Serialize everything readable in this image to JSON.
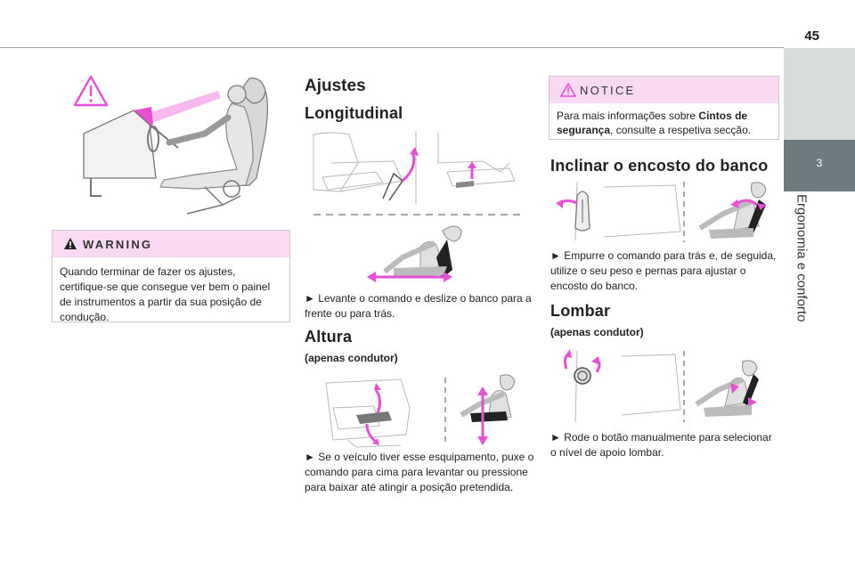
{
  "page": {
    "number": "45"
  },
  "side_tab": {
    "chapter_number": "3",
    "chapter_title": "Ergonomia e conforto"
  },
  "warning": {
    "title": "WARNING",
    "text": "Quando terminar de fazer os ajustes, certifique-se que consegue ver bem o painel de instrumentos a partir da sua posição de condução."
  },
  "ajustes": {
    "heading": "Ajustes",
    "longitudinal": {
      "heading": "Longitudinal",
      "instruction": "► Levante o comando e deslize o banco para a frente ou para trás."
    },
    "altura": {
      "heading": "Altura",
      "subheading": "(apenas condutor)",
      "instruction": "► Se o veículo tiver esse esquipamento, puxe o comando para cima para levantar ou pressione para baixar até atingir a posição pretendida."
    }
  },
  "notice": {
    "title": "NOTICE",
    "text_prefix": "Para mais informações sobre ",
    "text_bold": "Cintos de segurança",
    "text_suffix": ", consulte a respetiva secção."
  },
  "inclinar": {
    "heading": "Inclinar o encosto do banco",
    "instruction": "► Empurre o comando para trás e, de seguida, utilize o seu peso e pernas para ajustar o encosto do banco."
  },
  "lombar": {
    "heading": "Lombar",
    "subheading": "(apenas condutor)",
    "instruction": "► Rode o botão manualmente para selecionar o nível de apoio lombar."
  },
  "colors": {
    "accent_magenta": "#e64fd6",
    "header_pink": "#f9d9f3",
    "tab_active": "#6d7b80",
    "tab_light": "#d8dcdd"
  }
}
